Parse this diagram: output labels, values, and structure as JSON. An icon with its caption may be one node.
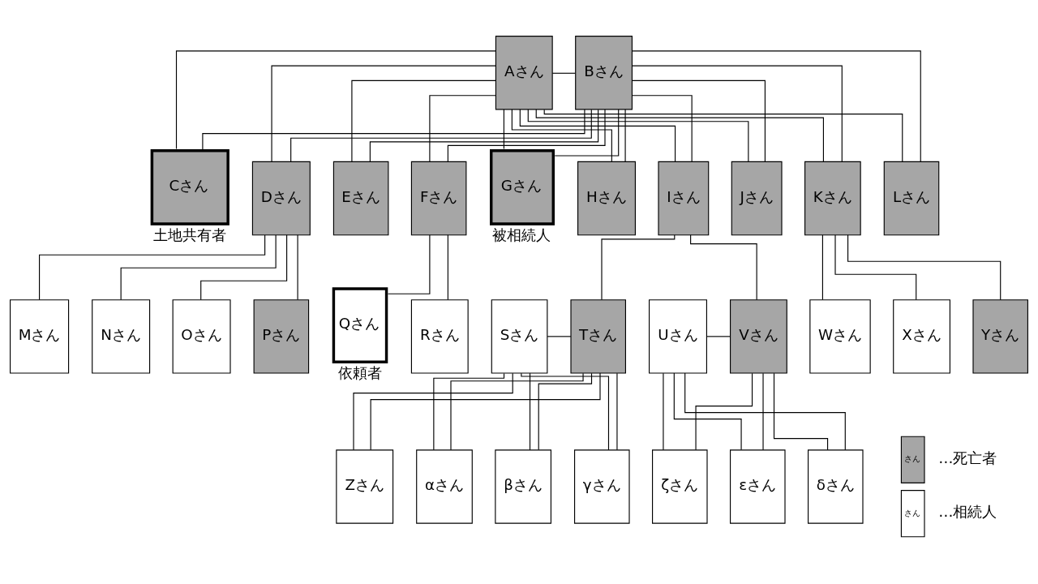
{
  "diagram": {
    "nodes": [
      {
        "text": [
          "Aさん"
        ]
      },
      {
        "text": [
          "Bさん"
        ]
      },
      {
        "text": [
          "Cさん"
        ],
        "beside": [
          "土地共有者"
        ]
      },
      {
        "text": [
          "Dさん"
        ]
      },
      {
        "text": [
          "Eさん"
        ]
      },
      {
        "text": [
          "Fさん"
        ]
      },
      {
        "text": [
          "Gさん"
        ],
        "beside": [
          "被相続人"
        ]
      },
      {
        "text": [
          "Hさん"
        ]
      },
      {
        "text": [
          "Iさん"
        ]
      },
      {
        "text": [
          "Jさん"
        ]
      },
      {
        "text": [
          "Kさん"
        ]
      },
      {
        "text": [
          "Lさん"
        ]
      },
      {
        "text": [
          "Mさん"
        ]
      },
      {
        "text": [
          "Nさん"
        ]
      },
      {
        "text": [
          "Oさん"
        ]
      },
      {
        "text": [
          "Pさん"
        ]
      },
      {
        "text": [
          "Qさん"
        ],
        "beside": [
          "依頼者"
        ]
      },
      {
        "text": [
          "Rさん"
        ]
      },
      {
        "text": [
          "Sさん"
        ]
      },
      {
        "text": [
          "Tさん"
        ]
      },
      {
        "text": [
          "Uさん"
        ]
      },
      {
        "text": [
          "Vさん"
        ]
      },
      {
        "text": [
          "Wさん"
        ]
      },
      {
        "text": [
          "Xさん"
        ]
      },
      {
        "text": [
          "Yさん"
        ]
      },
      {
        "text": [
          "Zさん"
        ]
      },
      {
        "text": [
          "αさん"
        ]
      },
      {
        "text": [
          "βさん"
        ]
      },
      {
        "text": [
          "γさん"
        ]
      },
      {
        "text": [
          "ζさん"
        ]
      },
      {
        "text": [
          "εさん"
        ]
      },
      {
        "text": [
          "δさん"
        ]
      }
    ],
    "edges": [
      {
        "from": 0,
        "to": 1,
        "arrow": "none"
      },
      {
        "from": 0,
        "to": 2,
        "arrow": "none"
      },
      {
        "from": 1,
        "to": 2,
        "arrow": "none"
      },
      {
        "from": 0,
        "to": 3,
        "arrow": "none"
      },
      {
        "from": 1,
        "to": 3,
        "arrow": "none"
      },
      {
        "from": 0,
        "to": 4,
        "arrow": "none"
      },
      {
        "from": 1,
        "to": 4,
        "arrow": "none"
      },
      {
        "from": 0,
        "to": 5,
        "arrow": "none"
      },
      {
        "from": 1,
        "to": 5,
        "arrow": "none"
      },
      {
        "from": 0,
        "to": 6,
        "arrow": "none"
      },
      {
        "from": 1,
        "to": 6,
        "arrow": "none"
      },
      {
        "from": 0,
        "to": 7,
        "arrow": "none"
      },
      {
        "from": 1,
        "to": 7,
        "arrow": "none"
      },
      {
        "from": 0,
        "to": 8,
        "arrow": "none"
      },
      {
        "from": 1,
        "to": 8,
        "arrow": "none"
      },
      {
        "from": 0,
        "to": 9,
        "arrow": "none"
      },
      {
        "from": 1,
        "to": 9,
        "arrow": "none"
      },
      {
        "from": 0,
        "to": 10,
        "arrow": "none"
      },
      {
        "from": 1,
        "to": 10,
        "arrow": "none"
      },
      {
        "from": 0,
        "to": 11,
        "arrow": "none"
      },
      {
        "from": 1,
        "to": 11,
        "arrow": "none"
      },
      {
        "from": 3,
        "to": 12,
        "arrow": "none"
      },
      {
        "from": 3,
        "to": 13,
        "arrow": "none"
      },
      {
        "from": 3,
        "to": 14,
        "arrow": "none"
      },
      {
        "from": 3,
        "to": 15,
        "arrow": "none"
      },
      {
        "from": 5,
        "to": 16,
        "arrow": "none"
      },
      {
        "from": 5,
        "to": 17,
        "arrow": "none"
      },
      {
        "from": 8,
        "to": 19,
        "arrow": "none"
      },
      {
        "from": 8,
        "to": 21,
        "arrow": "none"
      },
      {
        "from": 10,
        "to": 22,
        "arrow": "none"
      },
      {
        "from": 10,
        "to": 23,
        "arrow": "none"
      },
      {
        "from": 10,
        "to": 24,
        "arrow": "none"
      },
      {
        "from": 18,
        "to": 19,
        "arrow": "none"
      },
      {
        "from": 20,
        "to": 21,
        "arrow": "none"
      },
      {
        "from": 18,
        "to": 25,
        "arrow": "none"
      },
      {
        "from": 19,
        "to": 25,
        "arrow": "none"
      },
      {
        "from": 18,
        "to": 26,
        "arrow": "none"
      },
      {
        "from": 19,
        "to": 26,
        "arrow": "none"
      },
      {
        "from": 18,
        "to": 27,
        "arrow": "none"
      },
      {
        "from": 19,
        "to": 27,
        "arrow": "none"
      },
      {
        "from": 18,
        "to": 28,
        "arrow": "none"
      },
      {
        "from": 19,
        "to": 28,
        "arrow": "none"
      },
      {
        "from": 20,
        "to": 29,
        "arrow": "none"
      },
      {
        "from": 21,
        "to": 29,
        "arrow": "none"
      },
      {
        "from": 20,
        "to": 30,
        "arrow": "none"
      },
      {
        "from": 21,
        "to": 30,
        "arrow": "none"
      },
      {
        "from": 20,
        "to": 31,
        "arrow": "none"
      },
      {
        "from": 21,
        "to": 31,
        "arrow": "none"
      }
    ],
    "labels": [
      "さん",
      "さん"
    ],
    "legend": [
      {
        "text": "…死亡者",
        "color": "#a6a6a6"
      },
      {
        "text": "…相続人",
        "color": "#ffffff"
      }
    ]
  }
}
